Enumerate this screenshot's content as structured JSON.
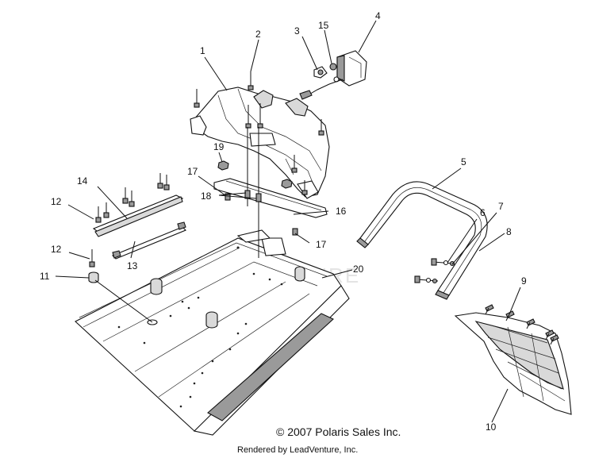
{
  "diagram": {
    "callouts": [
      {
        "id": "c1",
        "label": "1"
      },
      {
        "id": "c2",
        "label": "2"
      },
      {
        "id": "c3",
        "label": "3"
      },
      {
        "id": "c15",
        "label": "15"
      },
      {
        "id": "c4",
        "label": "4"
      },
      {
        "id": "c19",
        "label": "19"
      },
      {
        "id": "c17a",
        "label": "17"
      },
      {
        "id": "c14",
        "label": "14"
      },
      {
        "id": "c12a",
        "label": "12"
      },
      {
        "id": "c18",
        "label": "18"
      },
      {
        "id": "c16",
        "label": "16"
      },
      {
        "id": "c17b",
        "label": "17"
      },
      {
        "id": "c5",
        "label": "5"
      },
      {
        "id": "c6",
        "label": "6"
      },
      {
        "id": "c7",
        "label": "7"
      },
      {
        "id": "c8",
        "label": "8"
      },
      {
        "id": "c12b",
        "label": "12"
      },
      {
        "id": "c13",
        "label": "13"
      },
      {
        "id": "c11",
        "label": "11"
      },
      {
        "id": "c20",
        "label": "20"
      },
      {
        "id": "c9",
        "label": "9"
      },
      {
        "id": "c10",
        "label": "10"
      }
    ]
  },
  "watermark": "LEADVENTURE",
  "footer": {
    "copyright": "© 2007 Polaris Sales Inc.",
    "rendered_by": "Rendered by LeadVenture, Inc."
  }
}
